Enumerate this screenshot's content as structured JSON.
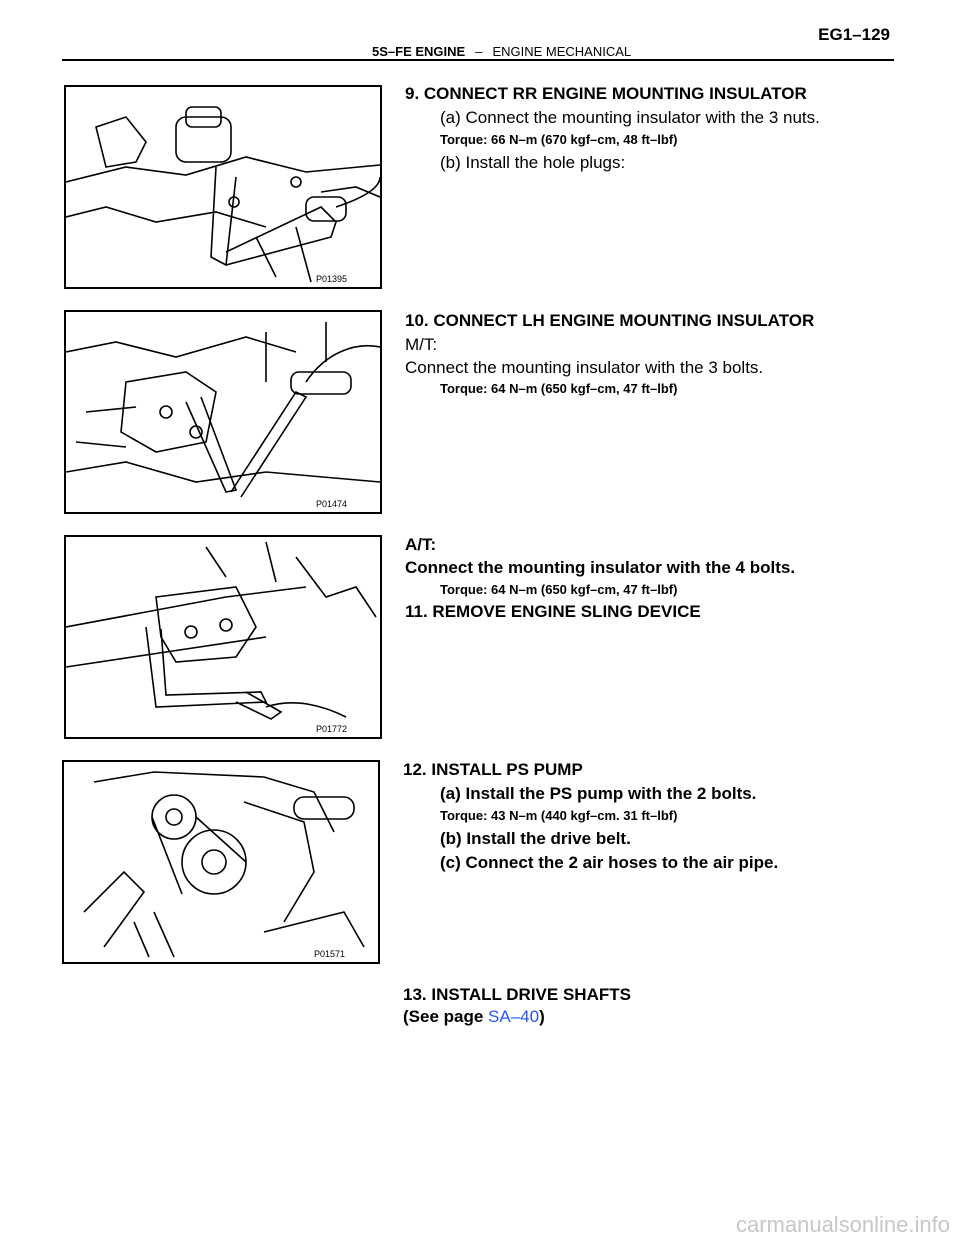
{
  "header": {
    "engine": "5S–FE ENGINE",
    "separator": "–",
    "section": "ENGINE MECHANICAL",
    "page_code": "EG1–129"
  },
  "figures": [
    {
      "code": "P01395"
    },
    {
      "code": "P01474"
    },
    {
      "code": "P01772"
    },
    {
      "code": "P01571"
    }
  ],
  "step9": {
    "title": "9. CONNECT RR ENGINE MOUNTING INSULATOR",
    "a": "(a) Connect the mounting insulator with the 3 nuts.",
    "torque": "Torque: 66 N–m (670 kgf–cm, 48 ft–lbf)",
    "b": "(b) Install the hole plugs:"
  },
  "step10": {
    "title": "10. CONNECT LH ENGINE MOUNTING INSULATOR",
    "mt_label": "M/T:",
    "mt_text": "Connect the mounting insulator with the 3 bolts.",
    "mt_torque": "Torque: 64 N–m (650 kgf–cm, 47 ft–lbf)",
    "at_label": "A/T:",
    "at_text": "Connect the mounting insulator with the 4 bolts.",
    "at_torque": "Torque: 64 N–m (650 kgf–cm, 47 ft–lbf)"
  },
  "step11": {
    "title": "11. REMOVE ENGINE SLING DEVICE"
  },
  "step12": {
    "title": "12. INSTALL PS PUMP",
    "a": "(a) Install the PS pump with the 2 bolts.",
    "torque": "Torque: 43 N–m (440 kgf–cm. 31 ft–lbf)",
    "b": "(b) Install the drive belt.",
    "c": "(c) Connect the 2 air hoses to the air pipe."
  },
  "step13": {
    "title": "13. INSTALL DRIVE SHAFTS",
    "see_prefix": "(See page ",
    "see_link": "SA–40",
    "see_suffix": ")"
  },
  "footer": {
    "watermark": "carmanualsonline.info"
  }
}
